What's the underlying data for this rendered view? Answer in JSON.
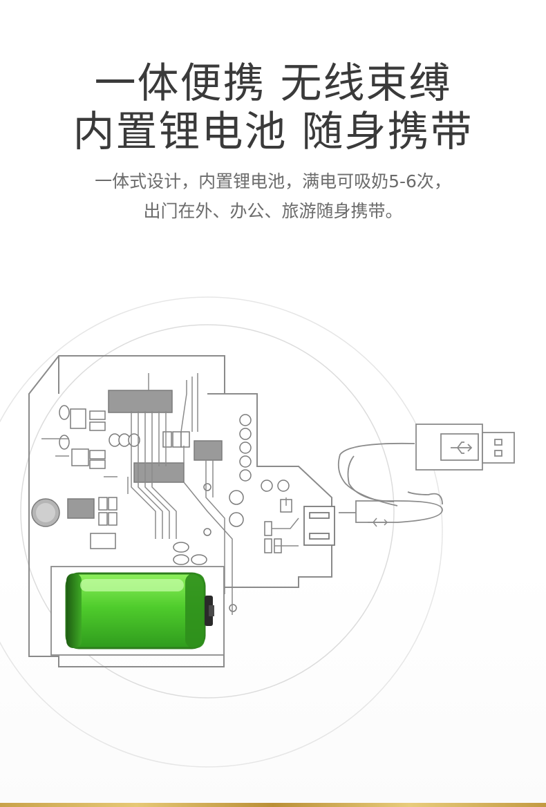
{
  "headline": {
    "line1": "一体便携 无线束缚",
    "line2": "内置锂电池 随身携带"
  },
  "description": {
    "line1": "一体式设计，内置锂电池，满电可吸奶5-6次，",
    "line2": "出门在外、办公、旅游随身携带。"
  },
  "colors": {
    "battery_green": "#5fd13a",
    "battery_green_dark": "#2f9b1d",
    "line_gray": "#9a9a9a",
    "chip_gray": "#8f8f8f",
    "bottom_strip": "#d0ab55"
  },
  "icons": [
    "usb-icon",
    "battery-icon",
    "circuit-board-icon"
  ]
}
